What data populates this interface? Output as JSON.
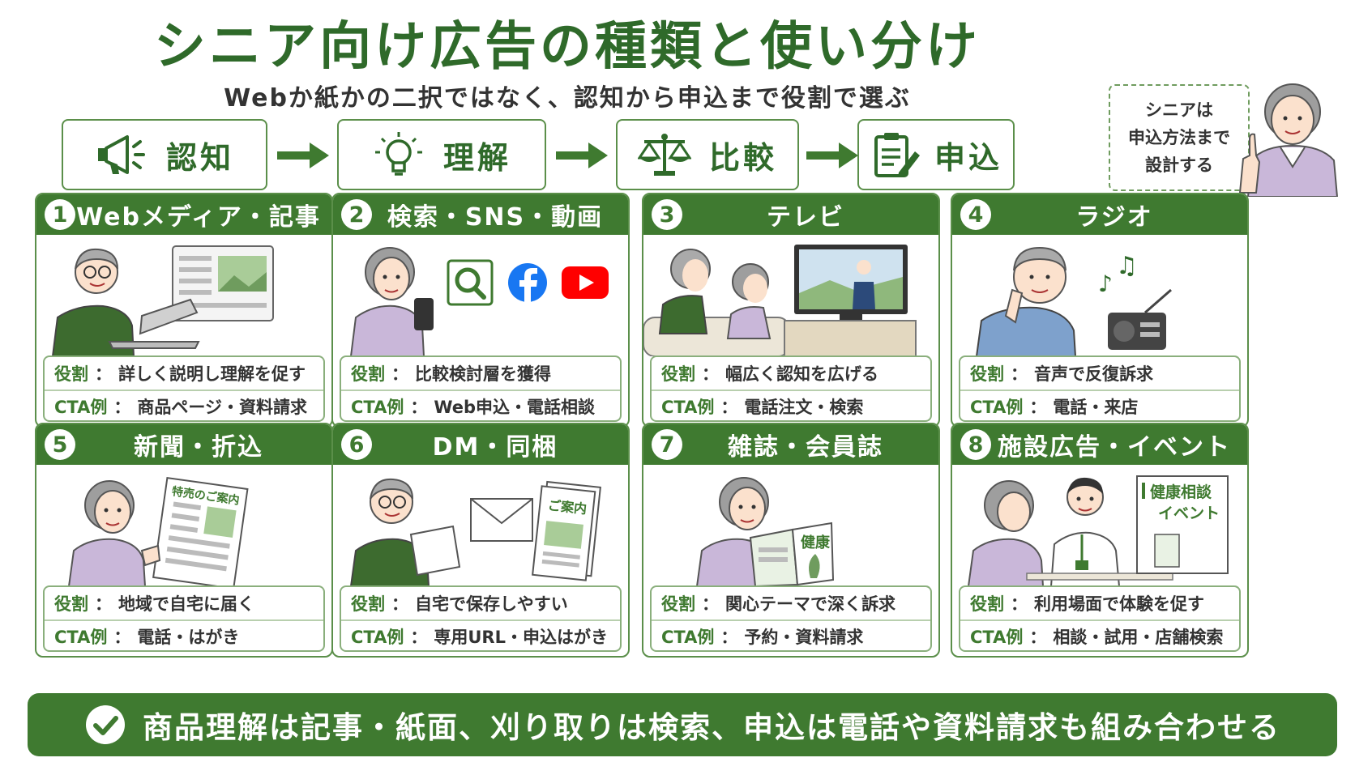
{
  "header": {
    "title": "シニア向け広告の種類と使い分け",
    "subtitle": "Webか紙かの二択ではなく、認知から申込まで役割で選ぶ"
  },
  "flow": {
    "steps": [
      {
        "label": "認知",
        "icon": "megaphone-icon"
      },
      {
        "label": "理解",
        "icon": "lightbulb-icon"
      },
      {
        "label": "比較",
        "icon": "scale-icon"
      },
      {
        "label": "申込",
        "icon": "clipboard-pen-icon"
      }
    ],
    "note_lines": [
      "シニアは",
      "申込方法まで",
      "設計する"
    ]
  },
  "cards": [
    {
      "num": "1",
      "title": "Webメディア・記事",
      "role_key": "役割",
      "role": "詳しく説明し理解を促す",
      "cta_key": "CTA例",
      "cta": "商品ページ・資料請求"
    },
    {
      "num": "2",
      "title": "検索・SNS・動画",
      "role_key": "役割",
      "role": "比較検討層を獲得",
      "cta_key": "CTA例",
      "cta": "Web申込・電話相談"
    },
    {
      "num": "3",
      "title": "テレビ",
      "role_key": "役割",
      "role": "幅広く認知を広げる",
      "cta_key": "CTA例",
      "cta": "電話注文・検索"
    },
    {
      "num": "4",
      "title": "ラジオ",
      "role_key": "役割",
      "role": "音声で反復訴求",
      "cta_key": "CTA例",
      "cta": "電話・来店"
    },
    {
      "num": "5",
      "title": "新聞・折込",
      "role_key": "役割",
      "role": "地域で自宅に届く",
      "cta_key": "CTA例",
      "cta": "電話・はがき",
      "illus_text": "特売のご案内"
    },
    {
      "num": "6",
      "title": "DM・同梱",
      "role_key": "役割",
      "role": "自宅で保存しやすい",
      "cta_key": "CTA例",
      "cta": "専用URL・申込はがき",
      "illus_text": "ご案内"
    },
    {
      "num": "7",
      "title": "雑誌・会員誌",
      "role_key": "役割",
      "role": "関心テーマで深く訴求",
      "cta_key": "CTA例",
      "cta": "予約・資料請求",
      "illus_text": "健康"
    },
    {
      "num": "8",
      "title": "施設広告・イベント",
      "role_key": "役割",
      "role": "利用場面で体験を促す",
      "cta_key": "CTA例",
      "cta": "相談・試用・店舗検索",
      "illus_text_1": "健康相談",
      "illus_text_2": "イベント"
    }
  ],
  "footer": {
    "text": "商品理解は記事・紙面、刈り取りは検索、申込は電話や資料請求も組み合わせる",
    "icon": "check-circle-icon"
  },
  "colors": {
    "accent": "#3f7a30",
    "title": "#2f6a2a",
    "border": "#5b8f4a"
  }
}
